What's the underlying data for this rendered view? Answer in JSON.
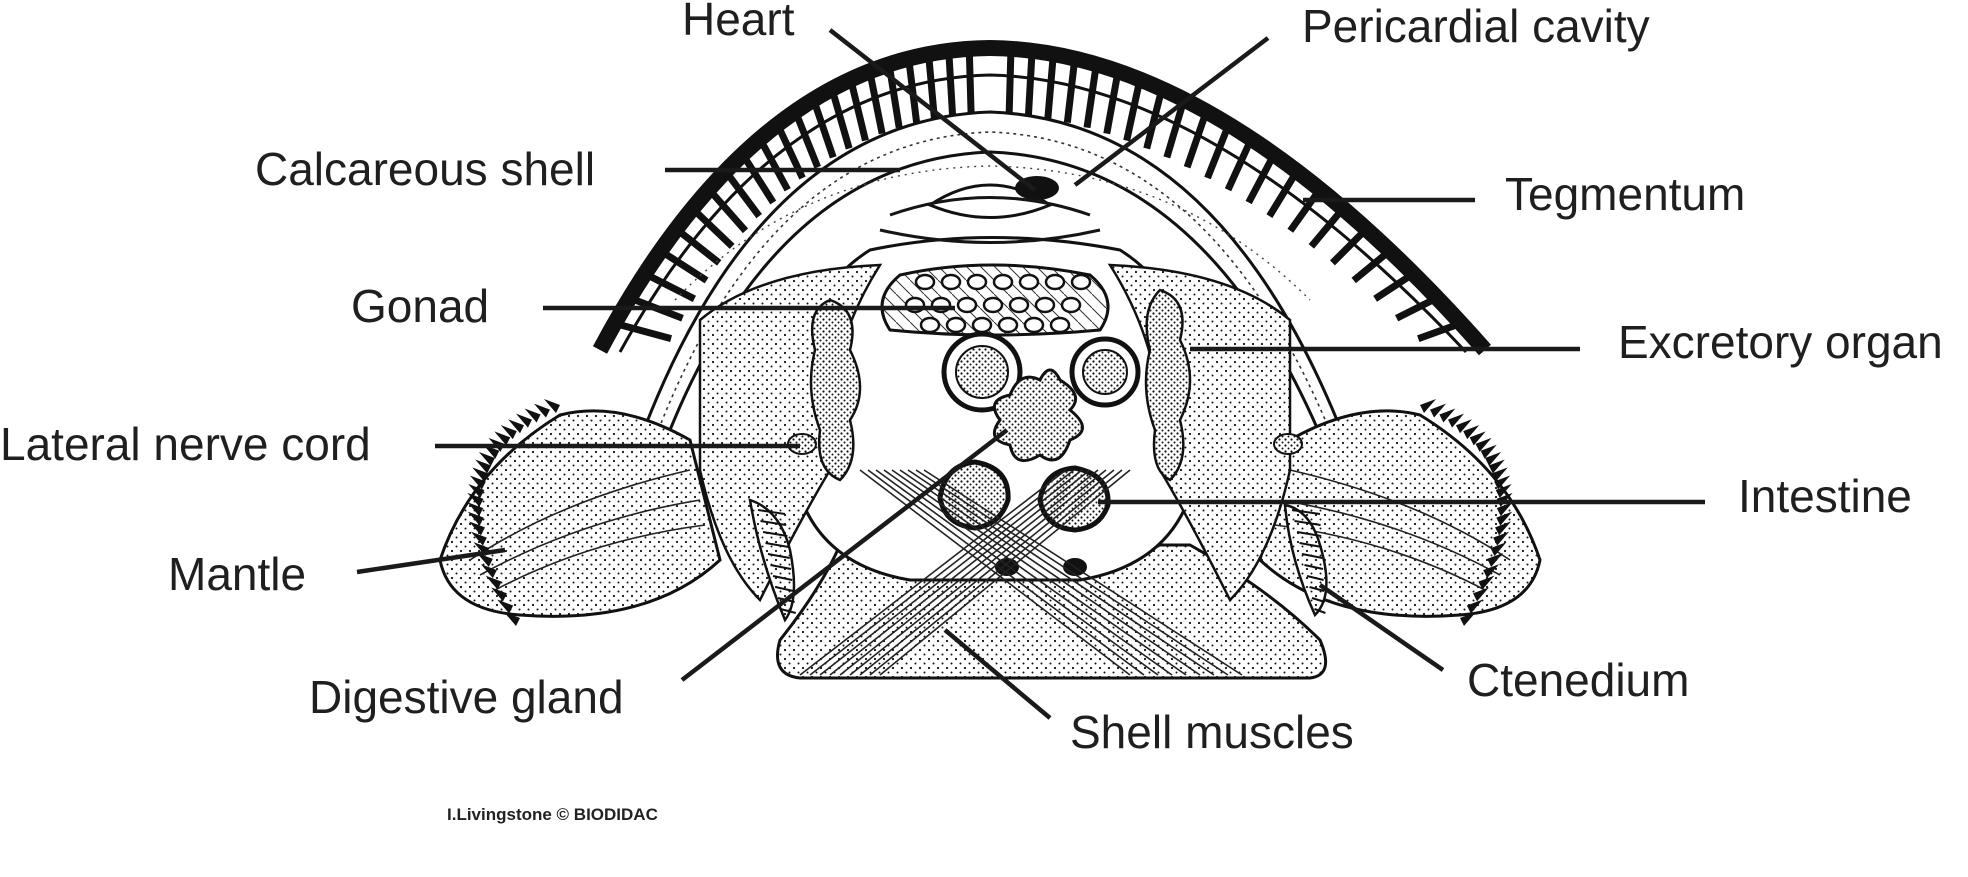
{
  "figure": {
    "labels": {
      "heart": "Heart",
      "pericardial_cavity": "Pericardial cavity",
      "calcareous_shell": "Calcareous shell",
      "tegmentum": "Tegmentum",
      "gonad": "Gonad",
      "excretory_organ": "Excretory organ",
      "lateral_nerve_cord": "Lateral nerve cord",
      "intestine": "Intestine",
      "mantle": "Mantle",
      "digestive_gland": "Digestive gland",
      "shell_muscles": "Shell muscles",
      "ctenedium": "Ctenedium"
    },
    "credit": "I.Livingstone © BIODIDAC"
  }
}
